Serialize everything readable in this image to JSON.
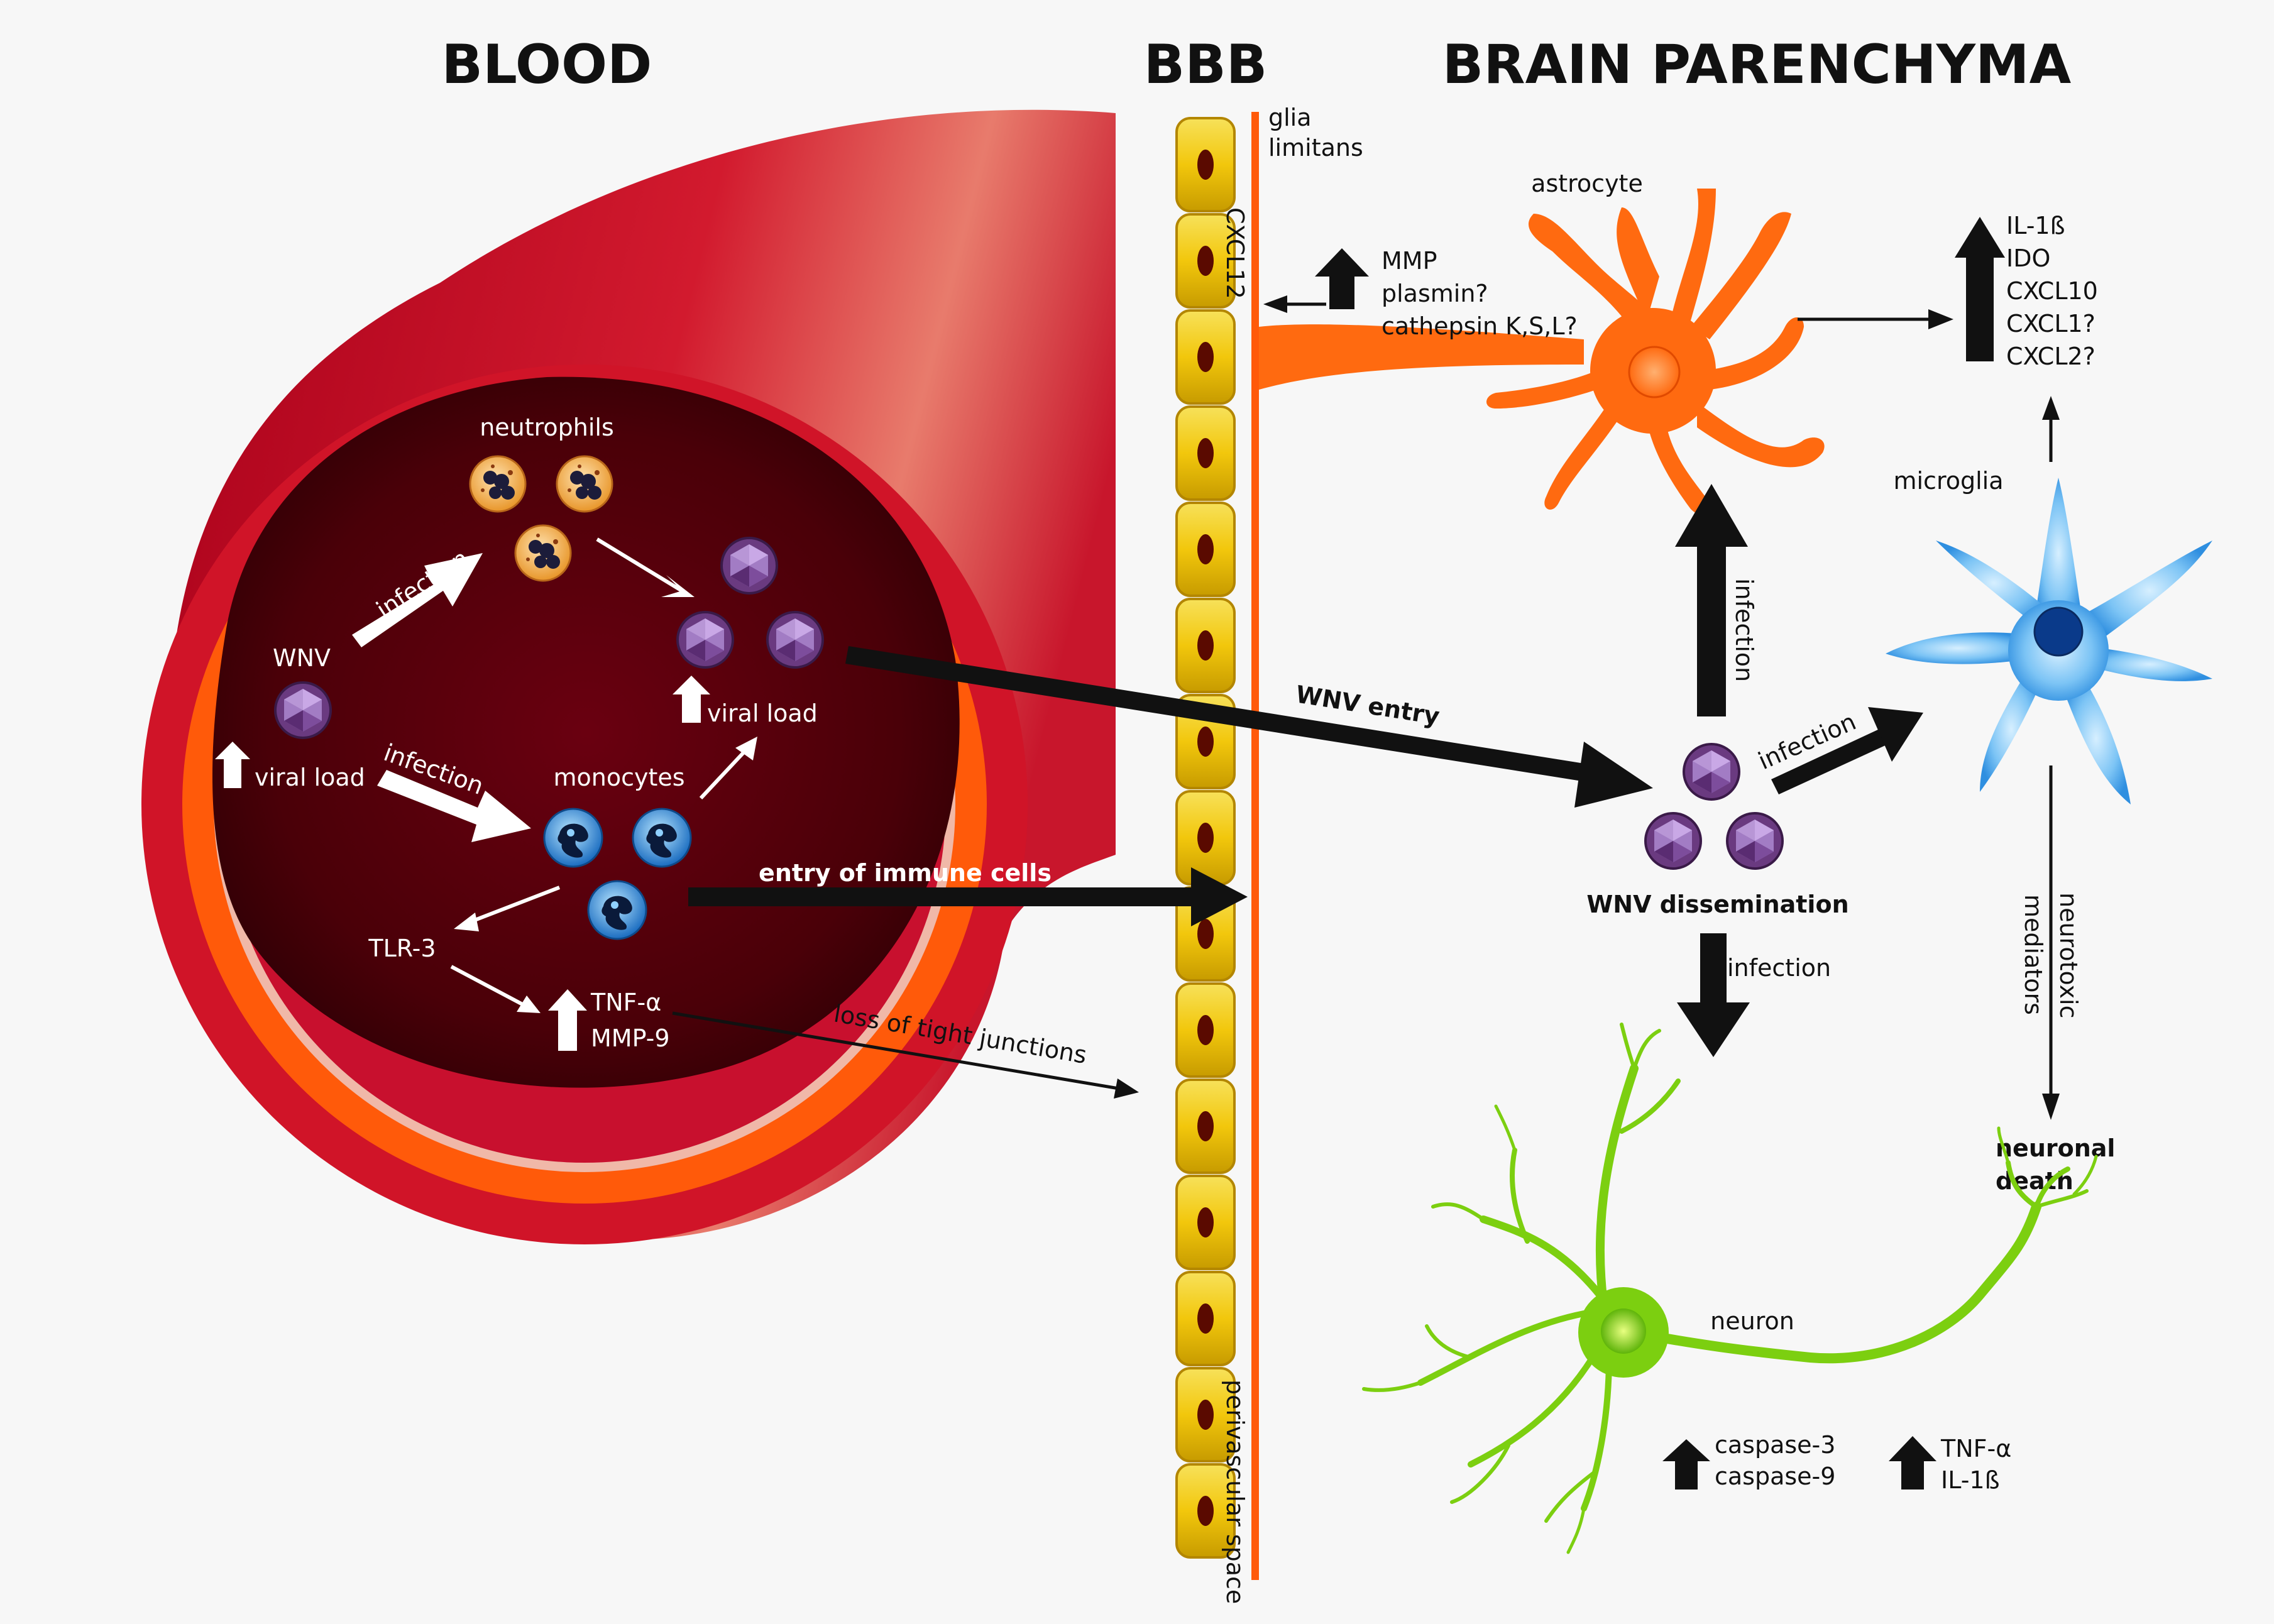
{
  "headers": {
    "blood": "BLOOD",
    "bbb": "BBB",
    "brain": "BRAIN PARENCHYMA"
  },
  "blood": {
    "neutrophils": "neutrophils",
    "wnv": "WNV",
    "viral_load": "viral load",
    "infection": "infection",
    "monocytes": "monocytes",
    "tlr3": "TLR-3",
    "tnf": "TNF-α",
    "mmp9": "MMP-9"
  },
  "barrier": {
    "glia_line1": "glia",
    "glia_line2": "limitans",
    "cxcl12": "CXCL12",
    "perivascular": "perivascular space",
    "loss_tight": "loss of tight junctions",
    "entry_immune": "entry of immune cells",
    "wnv_entry": "WNV entry"
  },
  "brain": {
    "astrocyte": "astrocyte",
    "astro_factors": [
      "MMP",
      "plasmin?",
      "cathepsin K,S,L?"
    ],
    "cytokines": [
      "IL-1ß",
      "IDO",
      "CXCL10",
      "CXCL1?",
      "CXCL2?"
    ],
    "microglia": "microglia",
    "infection": "infection",
    "dissemination": "WNV dissemination",
    "neurotoxic_line1": "neurotoxic",
    "neurotoxic_line2": "mediators",
    "neuronal_death_line1": "neuronal",
    "neuronal_death_line2": "death",
    "neuron": "neuron",
    "caspases": [
      "caspase-3",
      "caspase-9"
    ],
    "neuron_cytokines": [
      "TNF-α",
      "IL-1ß"
    ]
  },
  "colors": {
    "vessel_outer": "#c8102e",
    "vessel_ring": "#ff5a0a",
    "lumen": "#3d0008",
    "endothelium": "#f2cf10",
    "nucleus": "#5a0a00",
    "glia": "#ff5a0a",
    "astrocyte": "#ff6a10",
    "microglia": "#3a9be8",
    "neuron": "#7ccf10",
    "virus": "#7a3f95",
    "neutrophil": "#f3a73a",
    "monocyte": "#1e78c8"
  }
}
